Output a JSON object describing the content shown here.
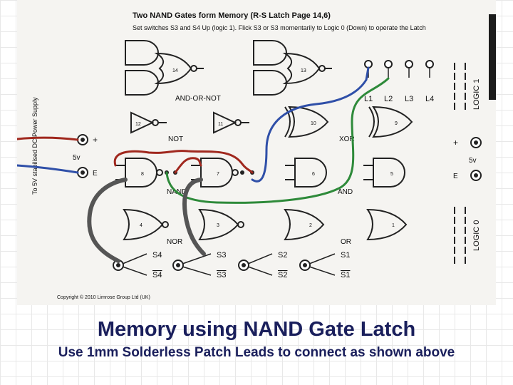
{
  "board": {
    "title": "Two NAND Gates form Memory (R-S Latch Page 14,6)",
    "subtitle": "Set switches S3 and S4 Up (logic 1). Flick S3 or S3 momentarily to Logic 0 (Down) to operate the Latch",
    "side_label": "To 5V stabilised DC Power Supply",
    "copyright": "Copyright © 2010 Limrose Group Ltd (UK)",
    "plus": "+",
    "e_label": "E",
    "five_v": "5v",
    "logic1": "LOGIC 1",
    "logic0": "LOGIC 0",
    "section_labels": {
      "and_or_not": "AND-OR-NOT",
      "not": "NOT",
      "xor": "XOR",
      "nand": "NAND",
      "and": "AND",
      "nor": "NOR",
      "or": "OR"
    },
    "gate_numbers": {
      "g14": "14",
      "g13": "13",
      "g12": "12",
      "g11": "11",
      "g10": "10",
      "g9": "9",
      "g8": "8",
      "g7": "7",
      "g6": "6",
      "g5": "5",
      "g4": "4",
      "g3": "3",
      "g2": "2",
      "g1": "1"
    },
    "leds": [
      "L1",
      "L2",
      "L3",
      "L4"
    ],
    "switches": [
      {
        "label": "S4",
        "bar": "S4"
      },
      {
        "label": "S3",
        "bar": "S3"
      },
      {
        "label": "S2",
        "bar": "S2"
      },
      {
        "label": "S1",
        "bar": "S1"
      }
    ]
  },
  "captions": {
    "title": "Memory using NAND Gate Latch",
    "subtitle": "Use 1mm Solderless Patch Leads to connect as shown above"
  },
  "colors": {
    "caption": "#1a1f5c",
    "wire_red": "#a0281e",
    "wire_blue": "#2f4fa8",
    "wire_green": "#2e8a3a",
    "wire_gray": "#555555"
  }
}
